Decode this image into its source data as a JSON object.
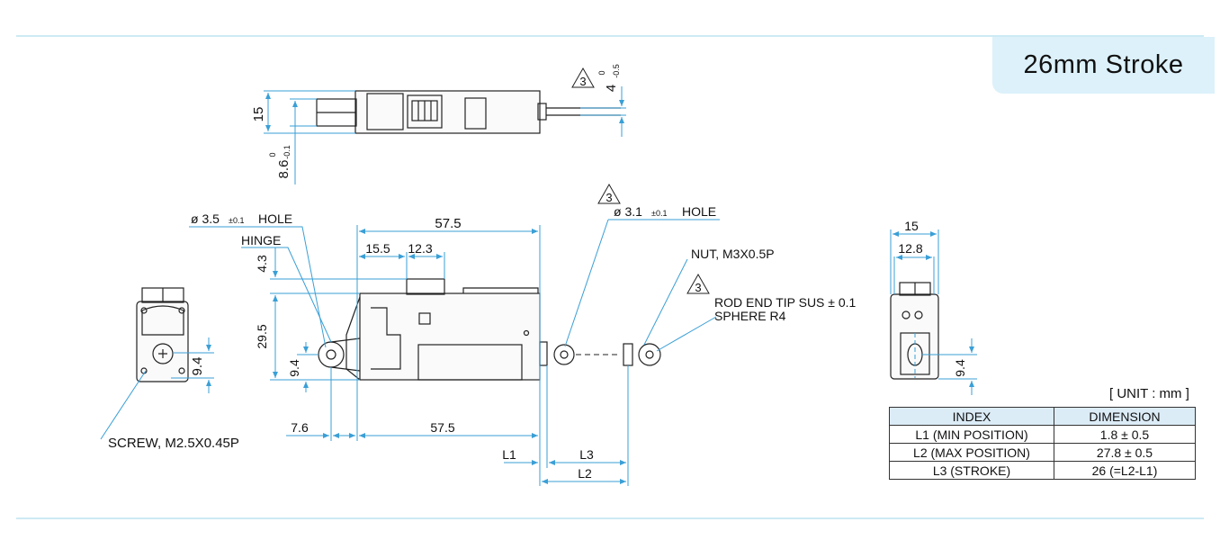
{
  "badge": {
    "stroke_label": "26mm Stroke"
  },
  "unit_label": "[ UNIT : mm ]",
  "table": {
    "headers": [
      "INDEX",
      "DIMENSION"
    ],
    "rows": [
      [
        "L1 (MIN POSITION)",
        "1.8 ± 0.5"
      ],
      [
        "L2 (MAX POSITION)",
        "27.8 ± 0.5"
      ],
      [
        "L3 (STROKE)",
        "26 (=L2-L1)"
      ]
    ]
  },
  "top_view": {
    "dim_height": "15",
    "dim_bottom": "8.6",
    "dim_bottom_tol_upper": "0",
    "dim_bottom_tol_lower": "-0.1",
    "rev_mark": "3",
    "dim_cable": "4",
    "dim_cable_tol_upper": "0",
    "dim_cable_tol_lower": "-0.5"
  },
  "side_view": {
    "hole_left": "ø 3.5",
    "hole_left_tol": "±0.1",
    "hole_left_suffix": "HOLE",
    "hinge": "HINGE",
    "dim_overall": "57.5",
    "dim_15_5": "15.5",
    "dim_12_3": "12.3",
    "dim_4_3": "4.3",
    "dim_29_5": "29.5",
    "dim_9_4": "9.4",
    "dim_7_6": "7.6",
    "dim_bottom": "57.5",
    "l1": "L1",
    "l2": "L2",
    "l3": "L3",
    "rev_mark_hole": "3",
    "hole_right": "ø 3.1",
    "hole_right_tol": "±0.1",
    "hole_right_suffix": "HOLE",
    "nut": "NUT, M3X0.5P",
    "rev_mark_rod": "3",
    "rod_end": "ROD END TIP SUS ± 0.1",
    "sphere": "SPHERE R4"
  },
  "end_view_left": {
    "dim_9_4": "9.4",
    "screw": "SCREW, M2.5X0.45P"
  },
  "end_view_right": {
    "dim_15": "15",
    "dim_12_8": "12.8",
    "dim_9_4": "9.4"
  },
  "colors": {
    "rule": "#cdeaf4",
    "badge_bg": "#dcf1fa",
    "dim_line": "#3a9fd6",
    "outline": "#222222",
    "table_header_bg": "#dcecf7"
  }
}
